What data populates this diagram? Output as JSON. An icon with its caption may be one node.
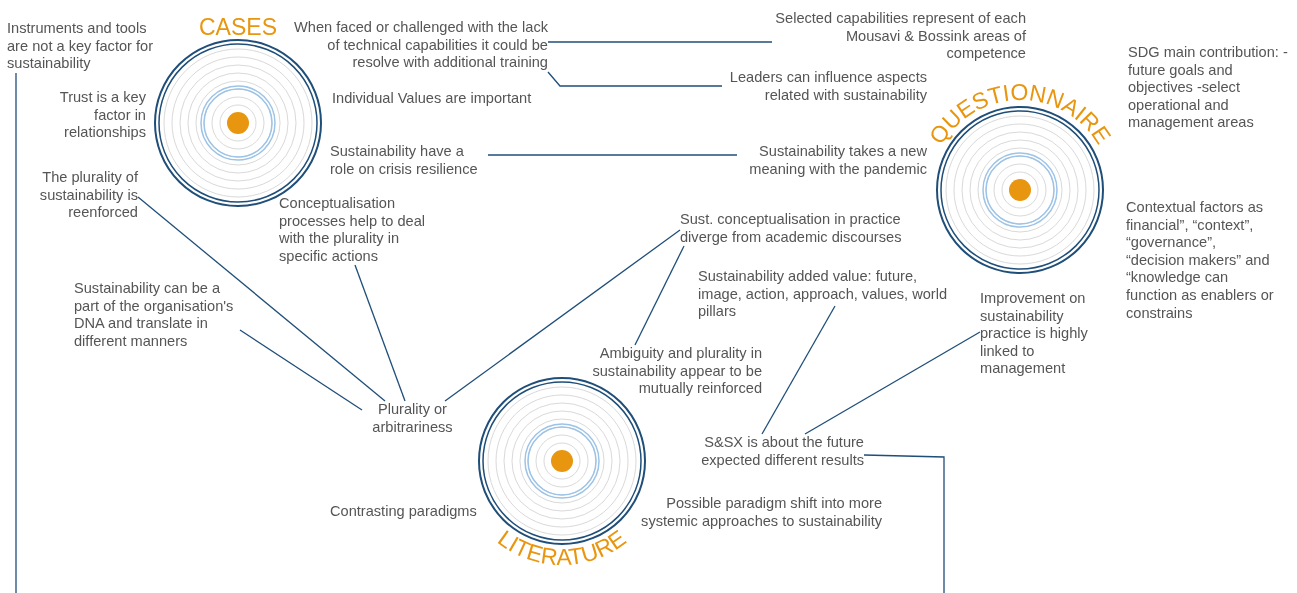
{
  "diagram": {
    "nodes": [
      {
        "text": [
          "CASES"
        ]
      },
      {
        "text": [
          "QUESTIONNAIRE"
        ]
      },
      {
        "text": [
          "LITERATURE"
        ]
      },
      {
        "text": [
          "Instruments and tools are not a key factor for sustainability"
        ]
      },
      {
        "text": [
          "When faced or challenged with the lack of technical capabilities it could be resolve with additional training"
        ]
      },
      {
        "text": [
          "Selected capabilities represent of each Mousavi & Bossink areas of competence"
        ]
      },
      {
        "text": [
          "Leaders can influence aspects related with sustainability"
        ]
      },
      {
        "text": [
          "Sustainability have a role on crisis resilience"
        ]
      },
      {
        "text": [
          "Sustainability takes a new meaning with the pandemic"
        ]
      },
      {
        "text": [
          "The plurality of sustainability is reenforced"
        ]
      },
      {
        "text": [
          "Conceptualisation processes help to deal with the plurality in specific actions"
        ]
      },
      {
        "text": [
          "Sustainability can be a part of the organisation's DNA and translate in different manners"
        ]
      },
      {
        "text": [
          "Plurality or arbitrariness"
        ]
      },
      {
        "text": [
          "Sust. conceptualisation in practice diverge from academic discourses"
        ]
      },
      {
        "text": [
          "Ambiguity and plurality in sustainability appear to be mutually reinforced"
        ]
      },
      {
        "text": [
          "Sustainability added value: future, image, action, approach, values, world pillars"
        ]
      },
      {
        "text": [
          "Improvement on sustainability practice is highly linked to management"
        ]
      },
      {
        "text": [
          "S&SX is about the future expected different results"
        ]
      }
    ],
    "edges": [
      {
        "from": 3,
        "to": null,
        "arrow": "none"
      },
      {
        "from": 4,
        "to": 5,
        "arrow": "none"
      },
      {
        "from": 4,
        "to": 6,
        "arrow": "none"
      },
      {
        "from": 7,
        "to": 8,
        "arrow": "none"
      },
      {
        "from": 9,
        "to": 12,
        "arrow": "none"
      },
      {
        "from": 11,
        "to": 12,
        "arrow": "none"
      },
      {
        "from": 10,
        "to": 12,
        "arrow": "none"
      },
      {
        "from": 12,
        "to": 13,
        "arrow": "none"
      },
      {
        "from": 14,
        "to": 13,
        "arrow": "none"
      },
      {
        "from": 15,
        "to": 17,
        "arrow": "none"
      },
      {
        "from": 16,
        "to": 17,
        "arrow": "none"
      },
      {
        "from": 17,
        "to": null,
        "arrow": "none"
      }
    ],
    "labels": [
      "Trust is a key factor in relationships",
      "Individual Values are important",
      "SDG main contribution: -future goals and objectives -select operational and management areas",
      "Contextual factors as financial”, “context”, “governance”, “decision makers” and “knowledge can function as enablers or constrains",
      "Contrasting paradigms",
      "Possible paradigm shift into more systemic approaches to sustainability"
    ]
  }
}
